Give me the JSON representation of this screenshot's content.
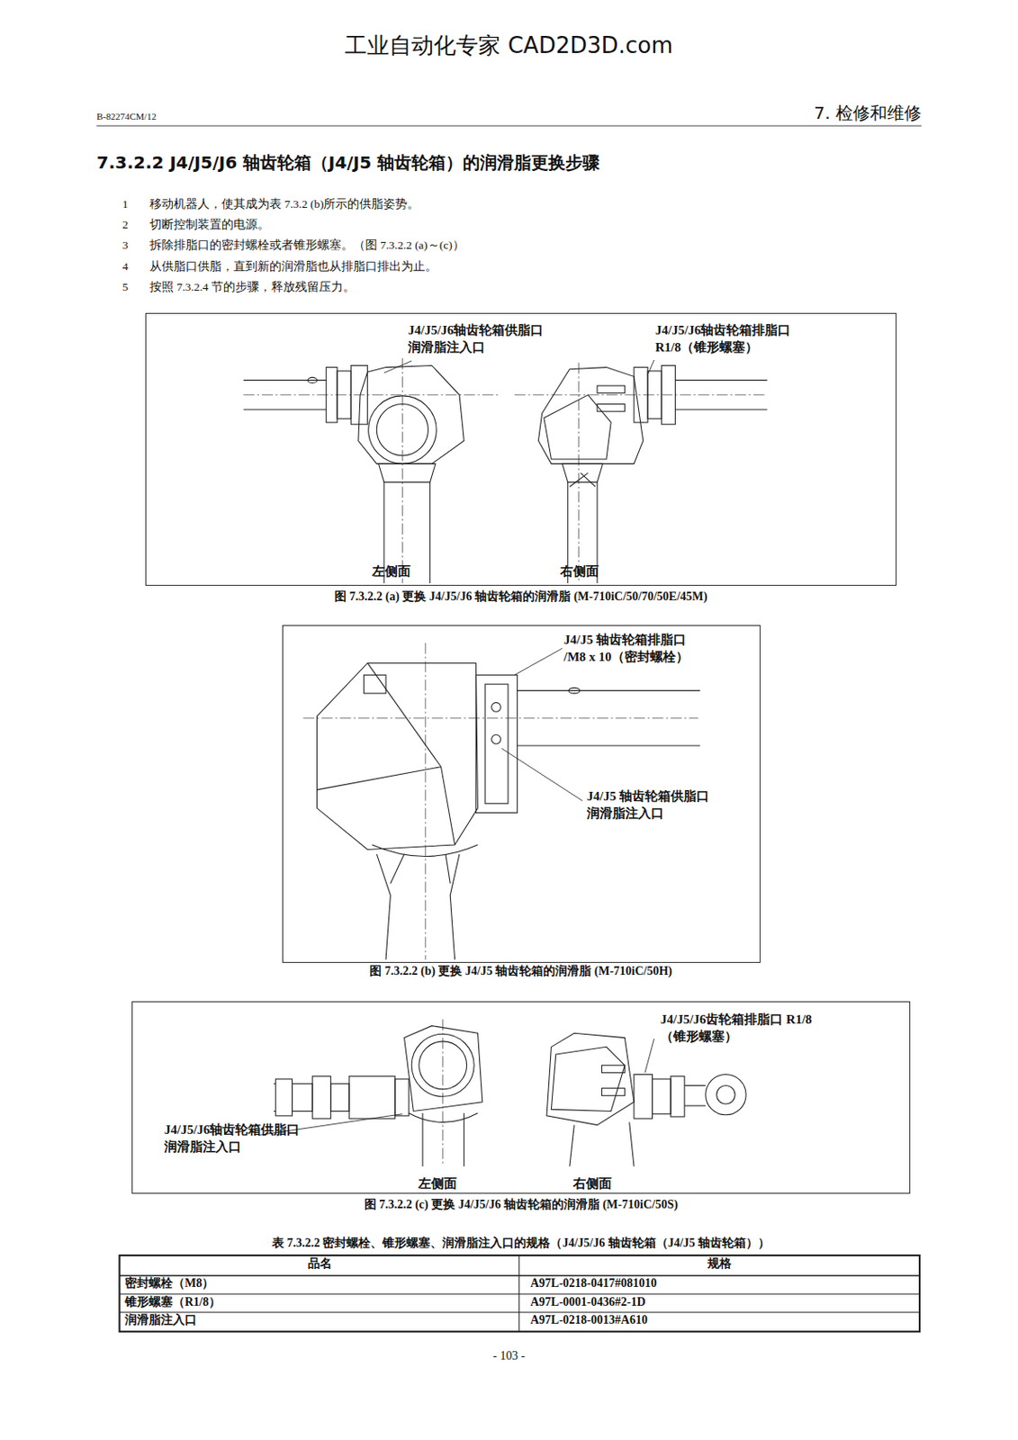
{
  "diagram": {
    "title": "7.3.2.2 J4/J5/J6 轴齿轮箱（J4/J5 轴齿轮箱）的润滑脂更换步骤",
    "nodes": [
      {
        "text": [
          "J4/J5/J6轴齿轮箱供脂口 润滑脂注入口",
          "J4/J5/J6轴齿轮箱排脂口 R1/8（锥形螺塞）",
          "左侧面",
          "右侧面"
        ]
      },
      {
        "text": [
          "J4/J5 轴齿轮箱排脂口 /M8 x 10（密封螺栓）",
          "J4/J5 轴齿轮箱供脂口 润滑脂注入口"
        ]
      },
      {
        "text": [
          "J4/J5/J6齿轮箱排脂口 R1/8（锥形螺塞）",
          "J4/J5/J6轴齿轮箱供脂口 润滑脂注入口",
          "左侧面",
          "右侧面"
        ]
      }
    ],
    "labels": [
      "工业自动化专家 CAD2D3D.com",
      "B-82274CM/12",
      "7. 检修和维修",
      "1",
      "移动机器人，使其成为表 7.3.2 (b)所示的供脂姿势。",
      "2",
      "切断控制装置的电源。",
      "3",
      "拆除排脂口的密封螺栓或者锥形螺塞。（图 7.3.2.2 (a)～(c)）",
      "4",
      "从供脂口供脂，直到新的润滑脂也从排脂口排出为止。",
      "5",
      "按照 7.3.2.4 节的步骤，释放残留压力。",
      "图 7.3.2.2 (a) 更换 J4/J5/J6 轴齿轮箱的润滑脂 (M-710iC/50/70/50E/45M)",
      "图 7.3.2.2 (b) 更换 J4/J5 轴齿轮箱的润滑脂 (M-710iC/50H)",
      "图 7.3.2.2 (c) 更换 J4/J5/J6 轴齿轮箱的润滑脂 (M-710iC/50S)",
      "表 7.3.2.2 密封螺栓、锥形螺塞、润滑脂注入口的规格（J4/J5/J6 轴齿轮箱（J4/J5 轴齿轮箱））",
      "品名",
      "规格",
      "密封螺栓（M8）",
      "A97L-0218-0417#081010",
      "锥形螺塞（R1/8）",
      "A97L-0001-0436#2-1D",
      "润滑脂注入口",
      "A97L-0218-0013#A610",
      "- 103 -"
    ]
  }
}
